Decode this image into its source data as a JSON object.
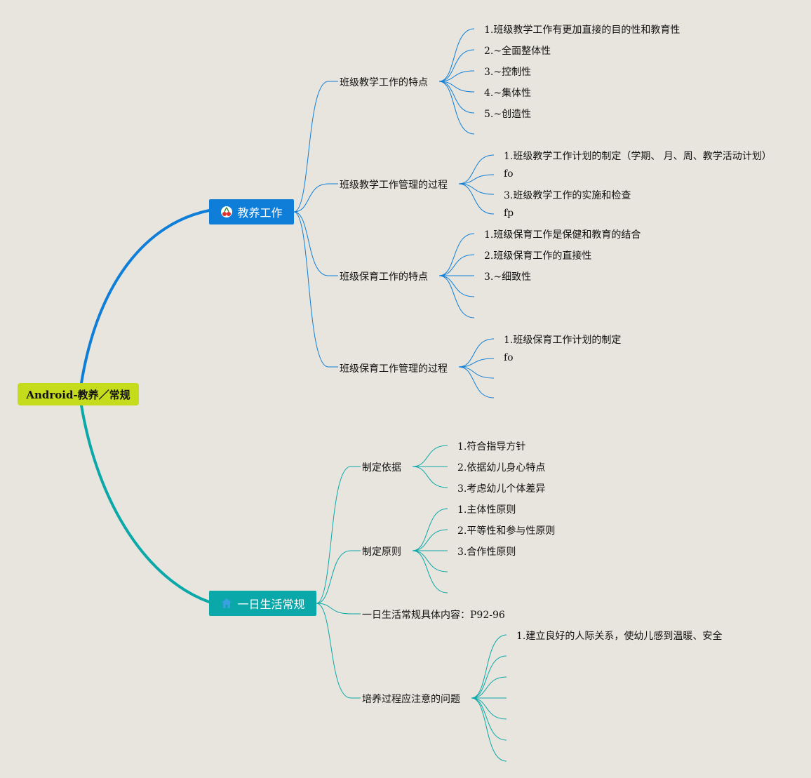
{
  "mindmap": {
    "root": "Android-教养／常规",
    "branches": [
      {
        "label": "教养工作",
        "icon": "cherry-icon",
        "color": "#0e7ed8",
        "children": [
          {
            "label": "班级教学工作的特点",
            "children": [
              "1.班级教学工作有更加直接的目的性和教育性",
              "2.~全面整体性",
              "3.~控制性",
              "4.~集体性",
              "5.~创造性",
              ""
            ]
          },
          {
            "label": "班级教学工作管理的过程",
            "children": [
              "1.班级教学工作计划的制定（学期、 月、周、教学活动计划）",
              "fo",
              "3.班级教学工作的实施和检查",
              "fp"
            ]
          },
          {
            "label": "班级保育工作的特点",
            "children": [
              "1.班级保育工作是保健和教育的结合",
              "2.班级保育工作的直接性",
              "3.~细致性",
              "",
              ""
            ]
          },
          {
            "label": "班级保育工作管理的过程",
            "children": [
              "1.班级保育工作计划的制定",
              "fo",
              "",
              ""
            ]
          }
        ]
      },
      {
        "label": "一日生活常规",
        "icon": "house-icon",
        "color": "#0aa8a8",
        "children": [
          {
            "label": "制定依据",
            "children": [
              "1.符合指导方针",
              "2.依据幼儿身心特点",
              "3.考虑幼儿个体差异"
            ]
          },
          {
            "label": "制定原则",
            "children": [
              "1.主体性原则",
              "2.平等性和参与性原则",
              "3.合作性原则",
              "",
              ""
            ]
          },
          {
            "label": "一日生活常规具体内容：P92-96",
            "children": []
          },
          {
            "label": "培养过程应注意的问题",
            "children": [
              "1.建立良好的人际关系，使幼儿感到温暖、安全",
              "",
              "",
              "",
              "",
              "",
              ""
            ]
          }
        ]
      }
    ]
  }
}
